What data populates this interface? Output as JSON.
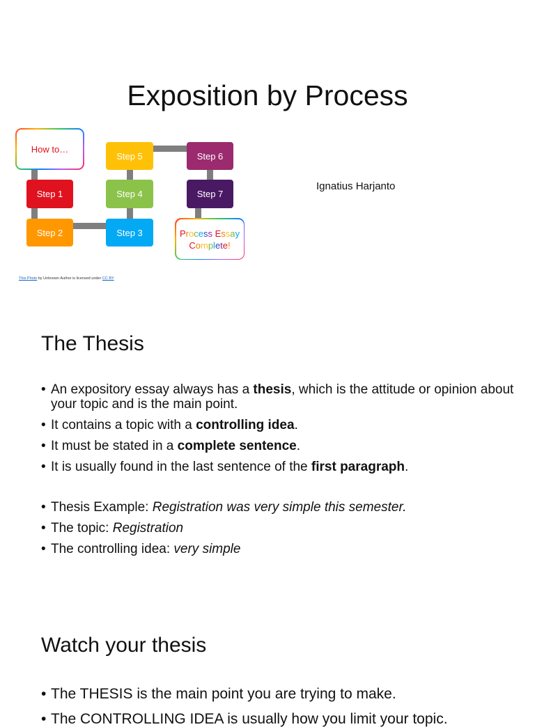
{
  "slide1": {
    "title": "Exposition by Process",
    "author": "Ignatius Harjanto",
    "diagram": {
      "how_to": "How to…",
      "step1": "Step 1",
      "step2": "Step 2",
      "step3": "Step 3",
      "step4": "Step 4",
      "step5": "Step 5",
      "step6": "Step 6",
      "step7": "Step 7",
      "complete": [
        "P",
        "r",
        "o",
        "c",
        "e",
        "s",
        "s",
        " ",
        "E",
        "s",
        "s",
        "a",
        "y"
      ],
      "complete_line1": "Process Essay",
      "complete_line2": "Complete!",
      "colors": {
        "step1": "#e0121f",
        "step2": "#ff9800",
        "step3": "#03a9f4",
        "step4": "#8bc34a",
        "step5": "#ffc107",
        "step6": "#9c2a6e",
        "step7": "#4a1963",
        "connector": "#7f7f7f"
      }
    },
    "caption": {
      "photo_link": "This Photo",
      "middle": " by Unknown Author is licensed under ",
      "license_link": "CC BY"
    }
  },
  "slide2": {
    "heading": "The Thesis",
    "bullet1_a": "An expository essay always has a ",
    "bullet1_b": "thesis",
    "bullet1_c": ", which is the attitude or opinion about your topic and is the main point.",
    "bullet2_a": "It contains a topic with a ",
    "bullet2_b": "controlling idea",
    "bullet2_c": ".",
    "bullet3_a": "It must be stated in a ",
    "bullet3_b": "complete sentence",
    "bullet3_c": ".",
    "bullet4_a": " It is usually found in the last sentence of the ",
    "bullet4_b": "first paragraph",
    "bullet4_c": ".",
    "bullet5_a": "Thesis Example: ",
    "bullet5_b": "Registration was very simple this semester.",
    "bullet6_a": "The topic: ",
    "bullet6_b": "Registration",
    "bullet7_a": "The controlling idea: ",
    "bullet7_b": "very simple",
    "bullet_symbol": "•"
  },
  "slide3": {
    "heading_a": "Watch your ",
    "heading_b": "thesis",
    "bullet1": "The THESIS is the main point you are trying to make.",
    "bullet2_partial": "The CONTROLLING IDEA is usually how you limit your topic."
  }
}
